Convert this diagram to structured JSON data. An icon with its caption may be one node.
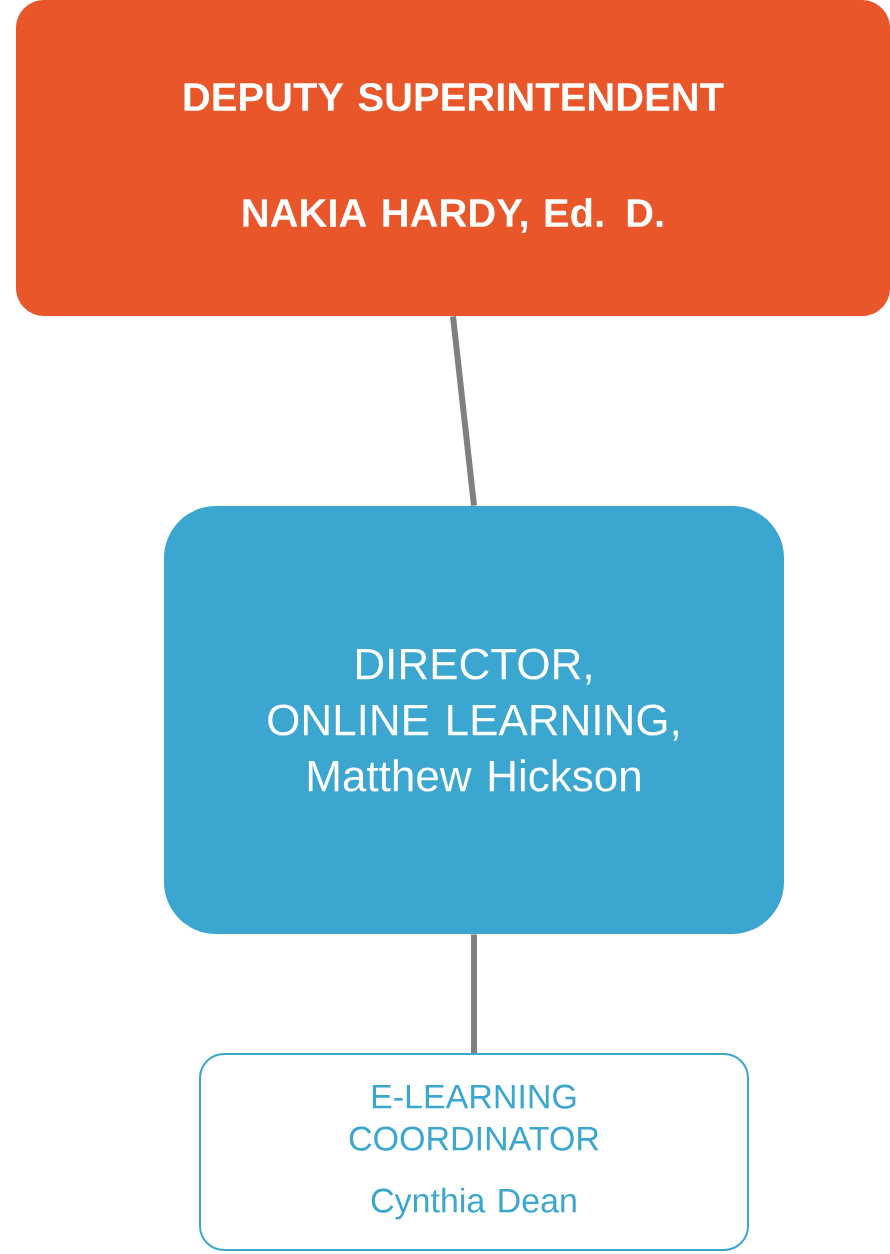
{
  "diagram": {
    "nodes": [
      {
        "text": [
          "DEPUTY SUPERINTENDENT",
          "NAKIA HARDY, Ed. D."
        ]
      },
      {
        "text": [
          "DIRECTOR, ONLINE LEARNING, Matthew Hickson"
        ]
      },
      {
        "text": [
          "E-LEARNING COORDINATOR",
          "Cynthia Dean"
        ]
      }
    ],
    "edges": [
      {
        "from": 0,
        "to": 1,
        "arrow": "none"
      },
      {
        "from": 1,
        "to": 2,
        "arrow": "none"
      }
    ]
  }
}
